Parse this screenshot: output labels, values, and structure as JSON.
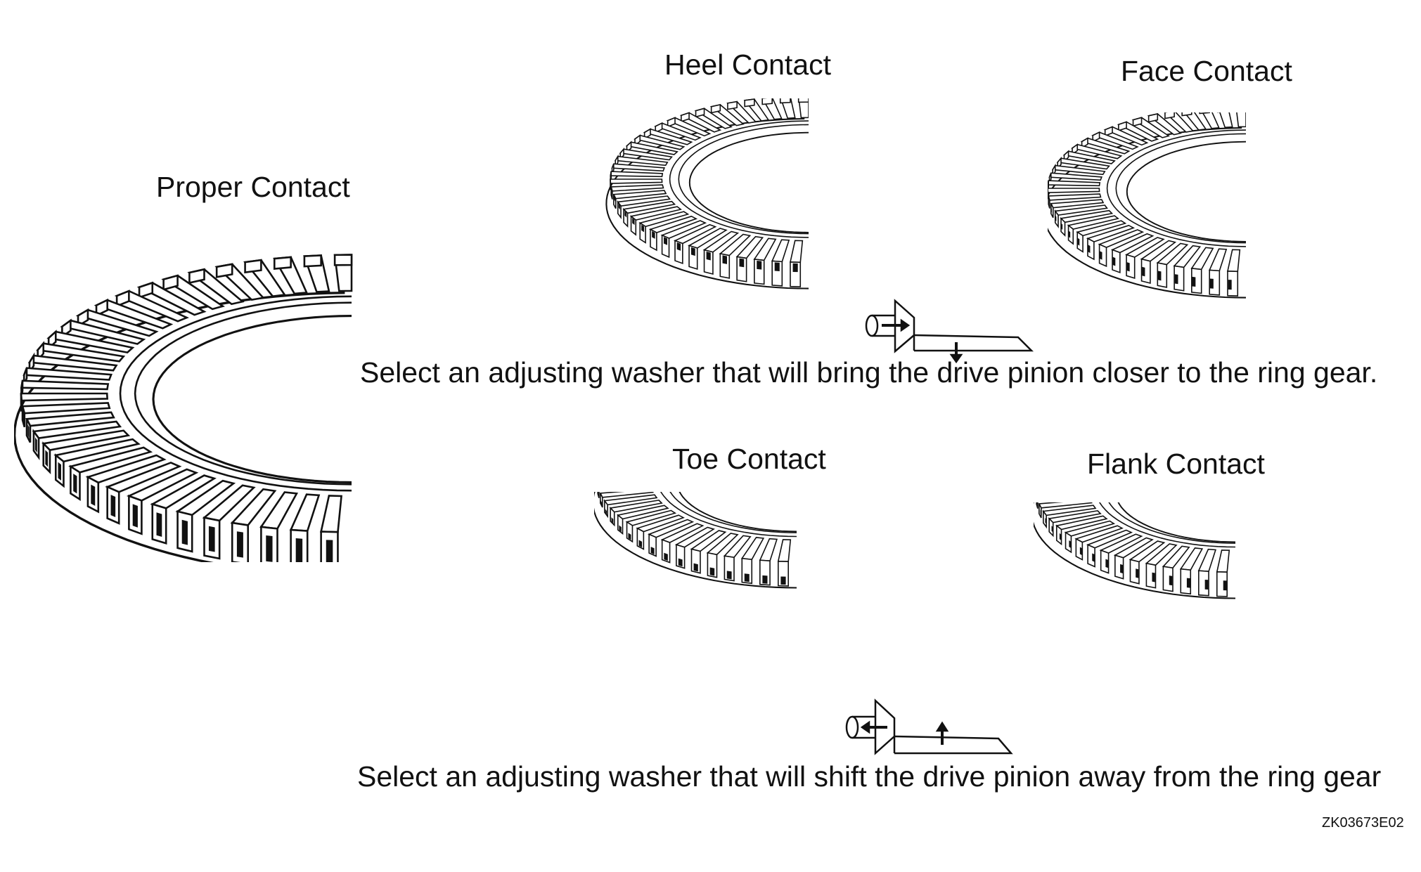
{
  "gears": [
    {
      "id": "proper",
      "label": "Proper Contact"
    },
    {
      "id": "heel",
      "label": "Heel Contact"
    },
    {
      "id": "face",
      "label": "Face Contact"
    },
    {
      "id": "toe",
      "label": "Toe Contact"
    },
    {
      "id": "flank",
      "label": "Flank Contact"
    }
  ],
  "instructions": {
    "closer": "Select an adjusting washer that will bring the drive pinion closer to the ring gear.",
    "away": "Select an adjusting washer that will shift the drive pinion away from the ring gear"
  },
  "figure_code": "ZK03673E02"
}
